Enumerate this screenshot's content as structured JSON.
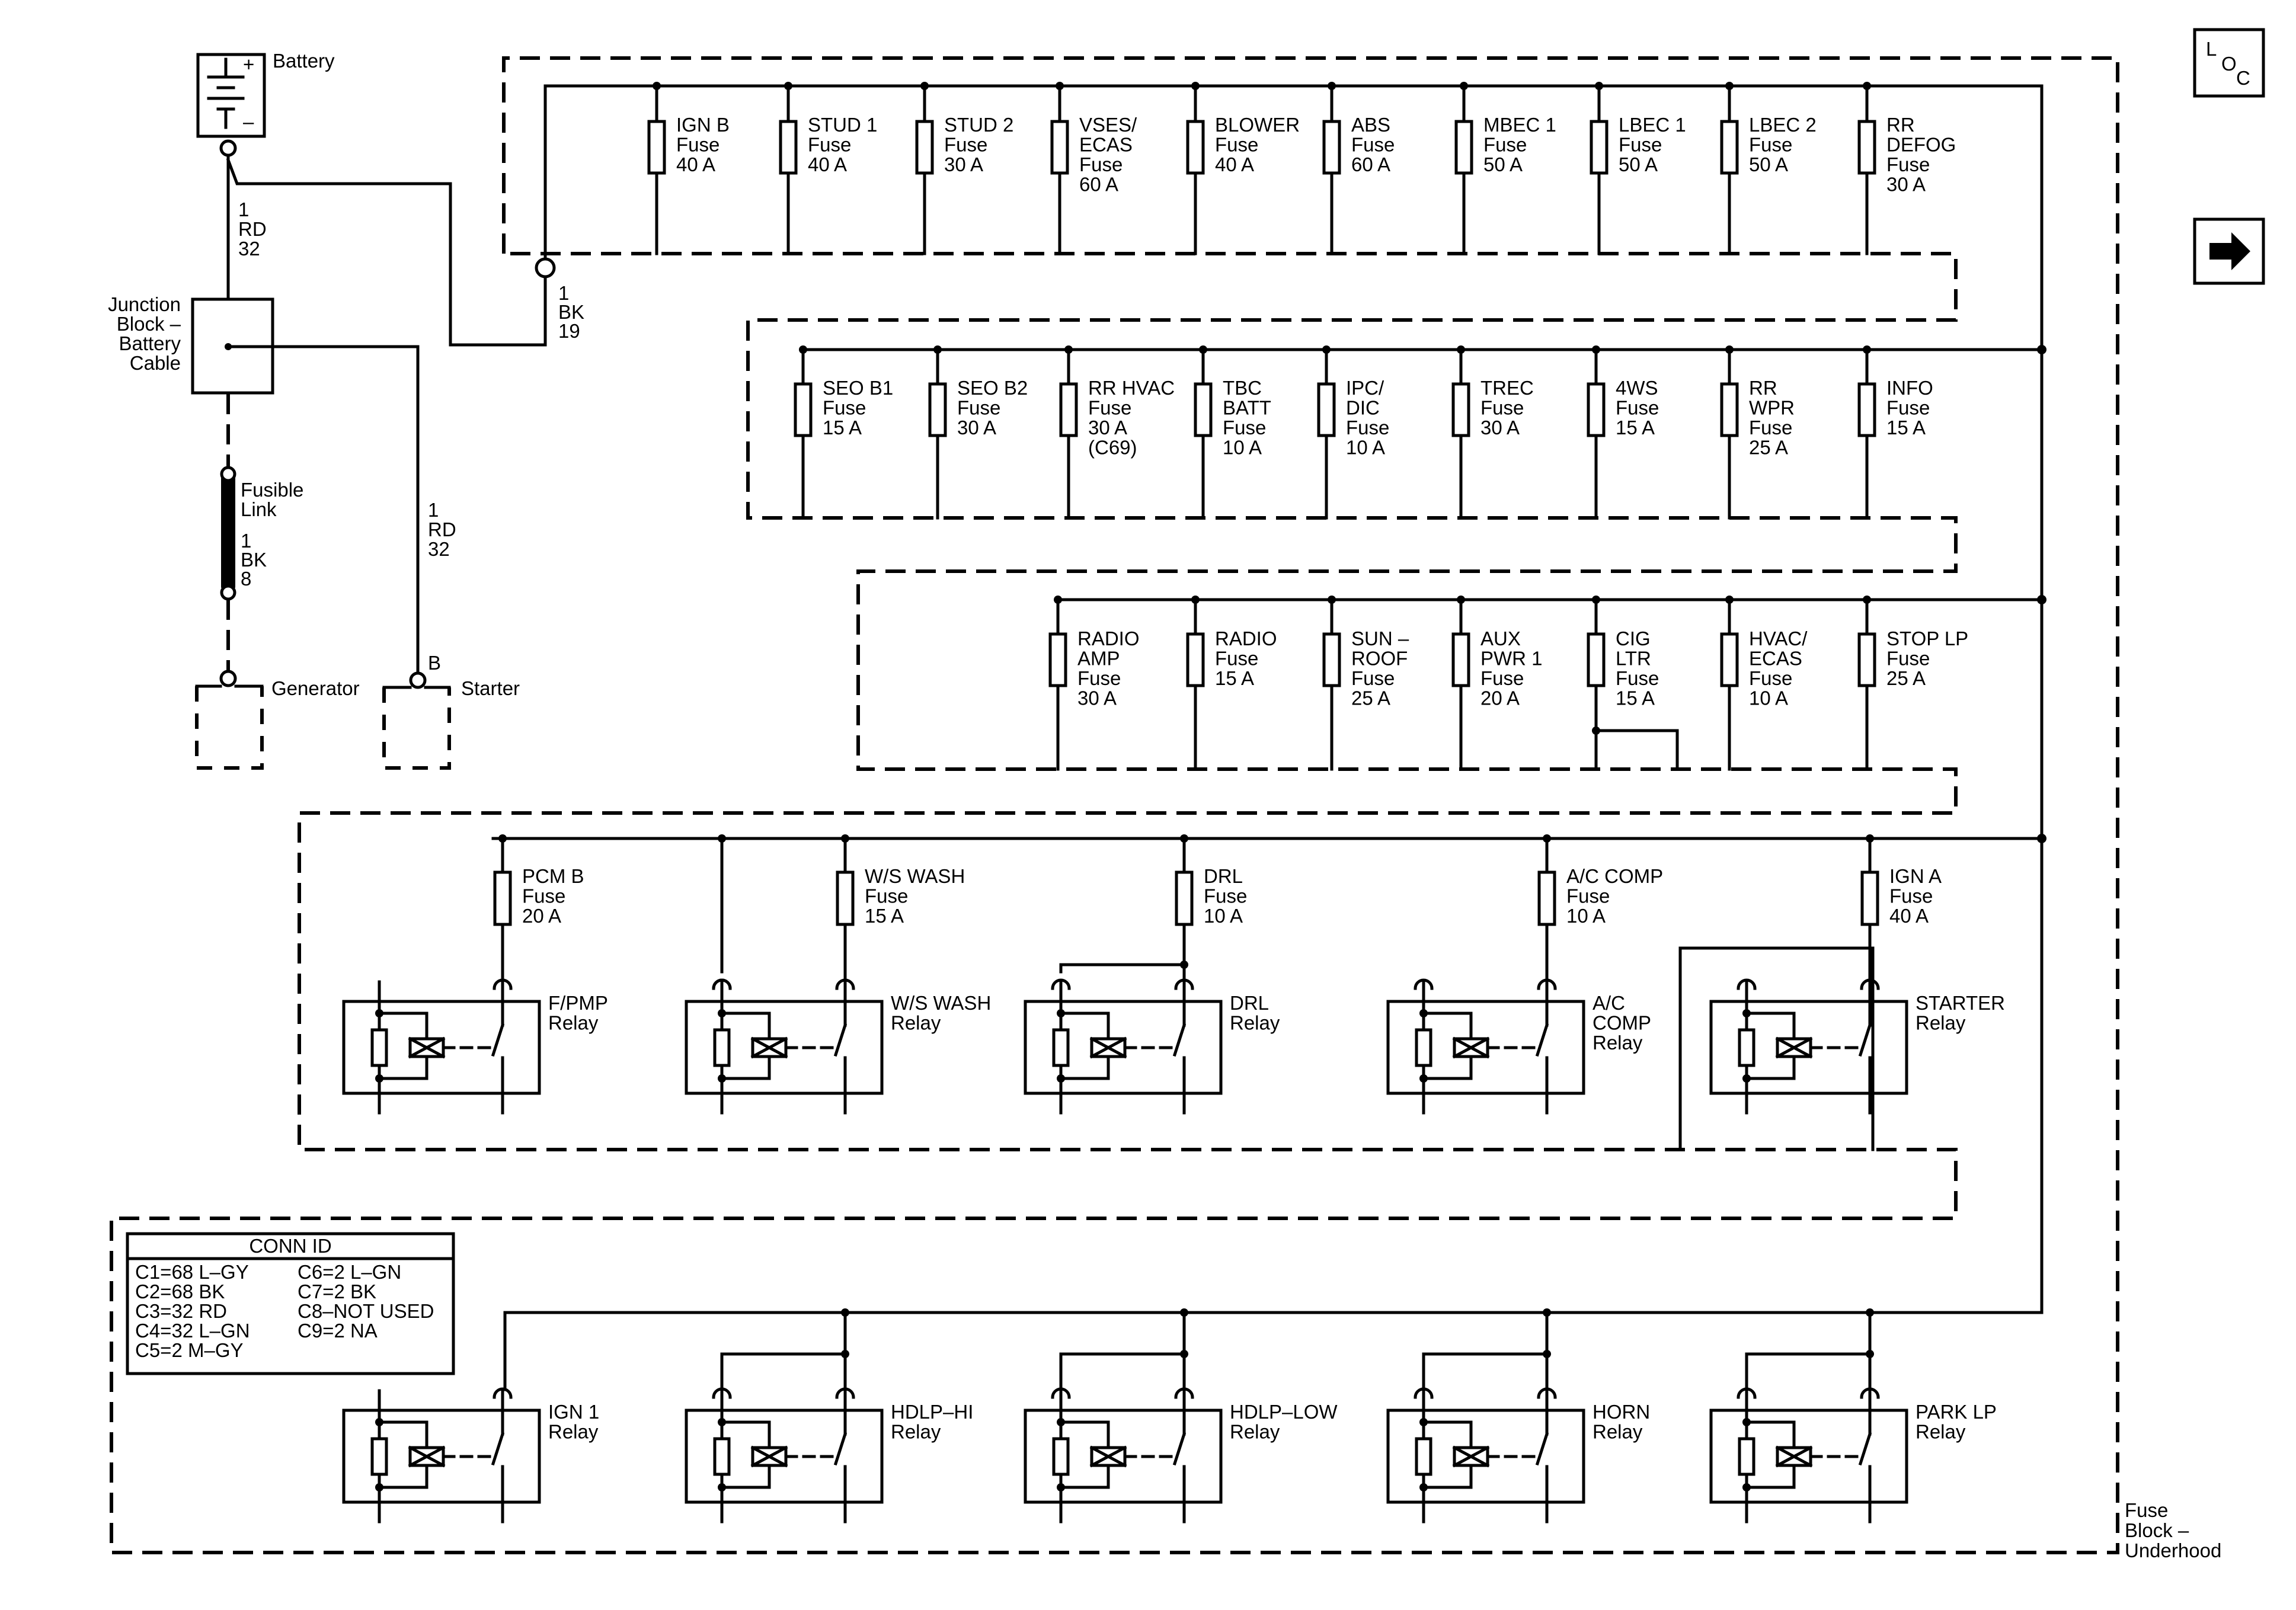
{
  "battery": {
    "label": "Battery",
    "plus": "+",
    "minus": "–"
  },
  "top_wire": [
    "1",
    "RD",
    "32"
  ],
  "bk_wire": [
    "1",
    "BK",
    "19"
  ],
  "junction_block": [
    "Junction",
    "Block –",
    "Battery",
    "Cable"
  ],
  "fusible_link": {
    "label": [
      "Fusible",
      "Link"
    ],
    "wire": [
      "1",
      "BK",
      "8"
    ]
  },
  "starter_wire": [
    "1",
    "RD",
    "32"
  ],
  "generator": {
    "label": "Generator"
  },
  "starter": {
    "terminal": "B",
    "label": "Starter"
  },
  "loc_icon": {
    "text": [
      "L",
      "O",
      "C"
    ]
  },
  "arrow_icon": {
    "icon": "right-arrow-icon"
  },
  "fuse_rows": [
    [
      {
        "lines": [
          "IGN B",
          "Fuse",
          "40 A"
        ]
      },
      {
        "lines": [
          "STUD 1",
          "Fuse",
          "40 A"
        ]
      },
      {
        "lines": [
          "STUD 2",
          "Fuse",
          "30 A"
        ]
      },
      {
        "lines": [
          "VSES/",
          "ECAS",
          "Fuse",
          "60 A"
        ]
      },
      {
        "lines": [
          "BLOWER",
          "Fuse",
          "40 A"
        ]
      },
      {
        "lines": [
          "ABS",
          "Fuse",
          "60 A"
        ]
      },
      {
        "lines": [
          "MBEC 1",
          "Fuse",
          "50 A"
        ]
      },
      {
        "lines": [
          "LBEC 1",
          "Fuse",
          "50 A"
        ]
      },
      {
        "lines": [
          "LBEC 2",
          "Fuse",
          "50 A"
        ]
      },
      {
        "lines": [
          "RR",
          "DEFOG",
          "Fuse",
          "30 A"
        ]
      }
    ],
    [
      {
        "lines": [
          "SEO B1",
          "Fuse",
          "15 A"
        ]
      },
      {
        "lines": [
          "SEO B2",
          "Fuse",
          "30 A"
        ]
      },
      {
        "lines": [
          "RR HVAC",
          "Fuse",
          "30 A",
          "(C69)"
        ]
      },
      {
        "lines": [
          "TBC",
          "BATT",
          "Fuse",
          "10 A"
        ]
      },
      {
        "lines": [
          "IPC/",
          "DIC",
          "Fuse",
          "10 A"
        ]
      },
      {
        "lines": [
          "TREC",
          "Fuse",
          "30 A"
        ]
      },
      {
        "lines": [
          "4WS",
          "Fuse",
          "15 A"
        ]
      },
      {
        "lines": [
          "RR",
          "WPR",
          "Fuse",
          "25 A"
        ]
      },
      {
        "lines": [
          "INFO",
          "Fuse",
          "15 A"
        ]
      }
    ],
    [
      {
        "lines": [
          "RADIO",
          "AMP",
          "Fuse",
          "30 A"
        ]
      },
      {
        "lines": [
          "RADIO",
          "Fuse",
          "15 A"
        ]
      },
      {
        "lines": [
          "SUN –",
          "ROOF",
          "Fuse",
          "25 A"
        ]
      },
      {
        "lines": [
          "AUX",
          "PWR 1",
          "Fuse",
          "20 A"
        ]
      },
      {
        "lines": [
          "CIG",
          "LTR",
          "Fuse",
          "15 A"
        ]
      },
      {
        "lines": [
          "HVAC/",
          "ECAS",
          "Fuse",
          "10 A"
        ]
      },
      {
        "lines": [
          "STOP LP",
          "Fuse",
          "25 A"
        ]
      }
    ]
  ],
  "relay_fuses": [
    {
      "lines": [
        "PCM B",
        "Fuse",
        "20 A"
      ]
    },
    {
      "lines": [
        "W/S WASH",
        "Fuse",
        "15 A"
      ]
    },
    {
      "lines": [
        "DRL",
        "Fuse",
        "10 A"
      ]
    },
    {
      "lines": [
        "A/C COMP",
        "Fuse",
        "10 A"
      ]
    },
    {
      "lines": [
        "IGN A",
        "Fuse",
        "40 A"
      ]
    }
  ],
  "relays_row1": [
    {
      "lines": [
        "F/PMP",
        "Relay"
      ]
    },
    {
      "lines": [
        "W/S WASH",
        "Relay"
      ]
    },
    {
      "lines": [
        "DRL",
        "Relay"
      ]
    },
    {
      "lines": [
        "A/C",
        "COMP",
        "Relay"
      ]
    },
    {
      "lines": [
        "STARTER",
        "Relay"
      ]
    }
  ],
  "relays_row2": [
    {
      "lines": [
        "IGN 1",
        "Relay"
      ]
    },
    {
      "lines": [
        "HDLP–HI",
        "Relay"
      ]
    },
    {
      "lines": [
        "HDLP–LOW",
        "Relay"
      ]
    },
    {
      "lines": [
        "HORN",
        "Relay"
      ]
    },
    {
      "lines": [
        "PARK LP",
        "Relay"
      ]
    }
  ],
  "conn_id": {
    "title": "CONN ID",
    "left": [
      "C1=68 L–GY",
      "C2=68 BK",
      "C3=32 RD",
      "C4=32 L–GN",
      "C5=2 M–GY"
    ],
    "right": [
      "C6=2 L–GN",
      "C7=2 BK",
      "C8–NOT USED",
      "C9=2 NA"
    ]
  },
  "fuse_block_label": [
    "Fuse",
    "Block –",
    "Underhood"
  ]
}
